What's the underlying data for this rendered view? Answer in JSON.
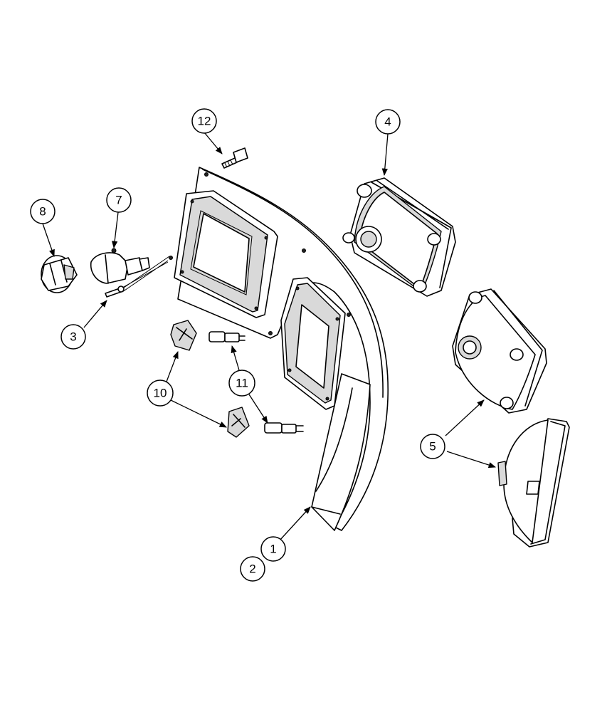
{
  "callouts": {
    "c1": "1",
    "c2": "2",
    "c3": "3",
    "c4": "4",
    "c5": "5",
    "c7": "7",
    "c8": "8",
    "c10": "10",
    "c11": "11",
    "c12": "12"
  },
  "colors": {
    "line": "#000000",
    "background": "#ffffff",
    "shade": "#d9d9d9"
  }
}
